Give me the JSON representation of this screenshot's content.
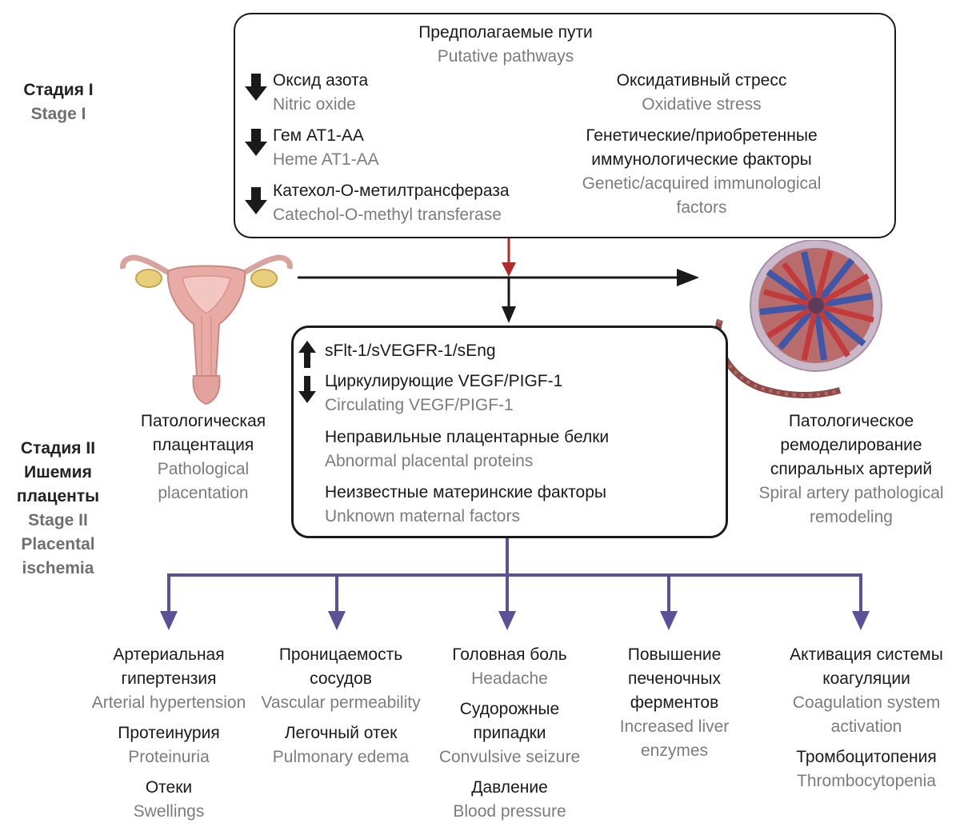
{
  "stage1": {
    "ru": "Стадия I",
    "en": "Stage I"
  },
  "stage2": {
    "ru1": "Стадия II",
    "ru2": "Ишемия",
    "ru3": "плаценты",
    "en1": "Stage II",
    "en2": "Placental",
    "en3": "ischemia"
  },
  "top_box": {
    "title_ru": "Предполагаемые пути",
    "title_en": "Putative pathways",
    "left": [
      {
        "arrow": "down",
        "ru": "Оксид азота",
        "en": "Nitric oxide"
      },
      {
        "arrow": "down",
        "ru": "Гем AT1-AA",
        "en": "Heme AT1-AA"
      },
      {
        "arrow": "down",
        "ru": "Катехол-О-метилтрансфераза",
        "en": "Catechol-O-methyl transferase"
      }
    ],
    "right": {
      "oxid_ru": "Оксидативный стресс",
      "oxid_en": "Oxidative stress",
      "gen_ru1": "Генетические/приобретенные",
      "gen_ru2": "иммунологические факторы",
      "gen_en1": "Genetic/acquired immunological",
      "gen_en2": "factors"
    }
  },
  "left_figure": {
    "ru1": "Патологическая",
    "ru2": "плацентация",
    "en1": "Pathological",
    "en2": "placentation"
  },
  "right_figure": {
    "ru1": "Патологическое",
    "ru2": "ремоделирование",
    "ru3": "спиральных артерий",
    "en1": "Spiral artery pathological",
    "en2": "remodeling"
  },
  "middle_box": {
    "item1": {
      "arrow": "up",
      "ru": "sFlt-1/sVEGFR-1/sEng"
    },
    "item2": {
      "arrow": "down",
      "ru": "Циркулирующие VEGF/PIGF-1",
      "en": "Circulating VEGF/PIGF-1"
    },
    "item3": {
      "ru": "Неправильные плацентарные белки",
      "en": "Abnormal placental proteins"
    },
    "item4": {
      "ru": "Неизвестные материнские факторы",
      "en": "Unknown maternal factors"
    }
  },
  "outcomes": [
    {
      "lines": [
        {
          "t": "ru",
          "v": "Артериальная"
        },
        {
          "t": "ru",
          "v": "гипертензия"
        },
        {
          "t": "en",
          "v": "Arterial hypertension"
        },
        {
          "t": "ru",
          "v": "Протеинурия"
        },
        {
          "t": "en",
          "v": "Proteinuria"
        },
        {
          "t": "ru",
          "v": "Отеки"
        },
        {
          "t": "en",
          "v": "Swellings"
        }
      ]
    },
    {
      "lines": [
        {
          "t": "ru",
          "v": "Проницаемость"
        },
        {
          "t": "ru",
          "v": "сосудов"
        },
        {
          "t": "en",
          "v": "Vascular permeability"
        },
        {
          "t": "ru",
          "v": "Легочный отек"
        },
        {
          "t": "en",
          "v": "Pulmonary edema"
        }
      ]
    },
    {
      "lines": [
        {
          "t": "ru",
          "v": "Головная боль"
        },
        {
          "t": "en",
          "v": "Headache"
        },
        {
          "t": "ru",
          "v": "Судорожные"
        },
        {
          "t": "ru",
          "v": "припадки"
        },
        {
          "t": "en",
          "v": "Convulsive seizure"
        },
        {
          "t": "ru",
          "v": "Давление"
        },
        {
          "t": "en",
          "v": "Blood pressure"
        }
      ]
    },
    {
      "lines": [
        {
          "t": "ru",
          "v": "Повышение"
        },
        {
          "t": "ru",
          "v": "печеночных"
        },
        {
          "t": "ru",
          "v": "ферментов"
        },
        {
          "t": "en",
          "v": "Increased liver"
        },
        {
          "t": "en",
          "v": "enzymes"
        }
      ]
    },
    {
      "lines": [
        {
          "t": "ru",
          "v": "Активация системы"
        },
        {
          "t": "ru",
          "v": "коагуляции"
        },
        {
          "t": "en",
          "v": "Coagulation system"
        },
        {
          "t": "en",
          "v": "activation"
        },
        {
          "t": "ru",
          "v": "Тромбоцитопения"
        },
        {
          "t": "en",
          "v": "Thrombocytopenia"
        }
      ]
    }
  ],
  "colors": {
    "red_arrow": "#b22a2a",
    "purple": "#5b5196",
    "ink": "#1a1a1a",
    "gray_text": "#7c7c7c"
  }
}
